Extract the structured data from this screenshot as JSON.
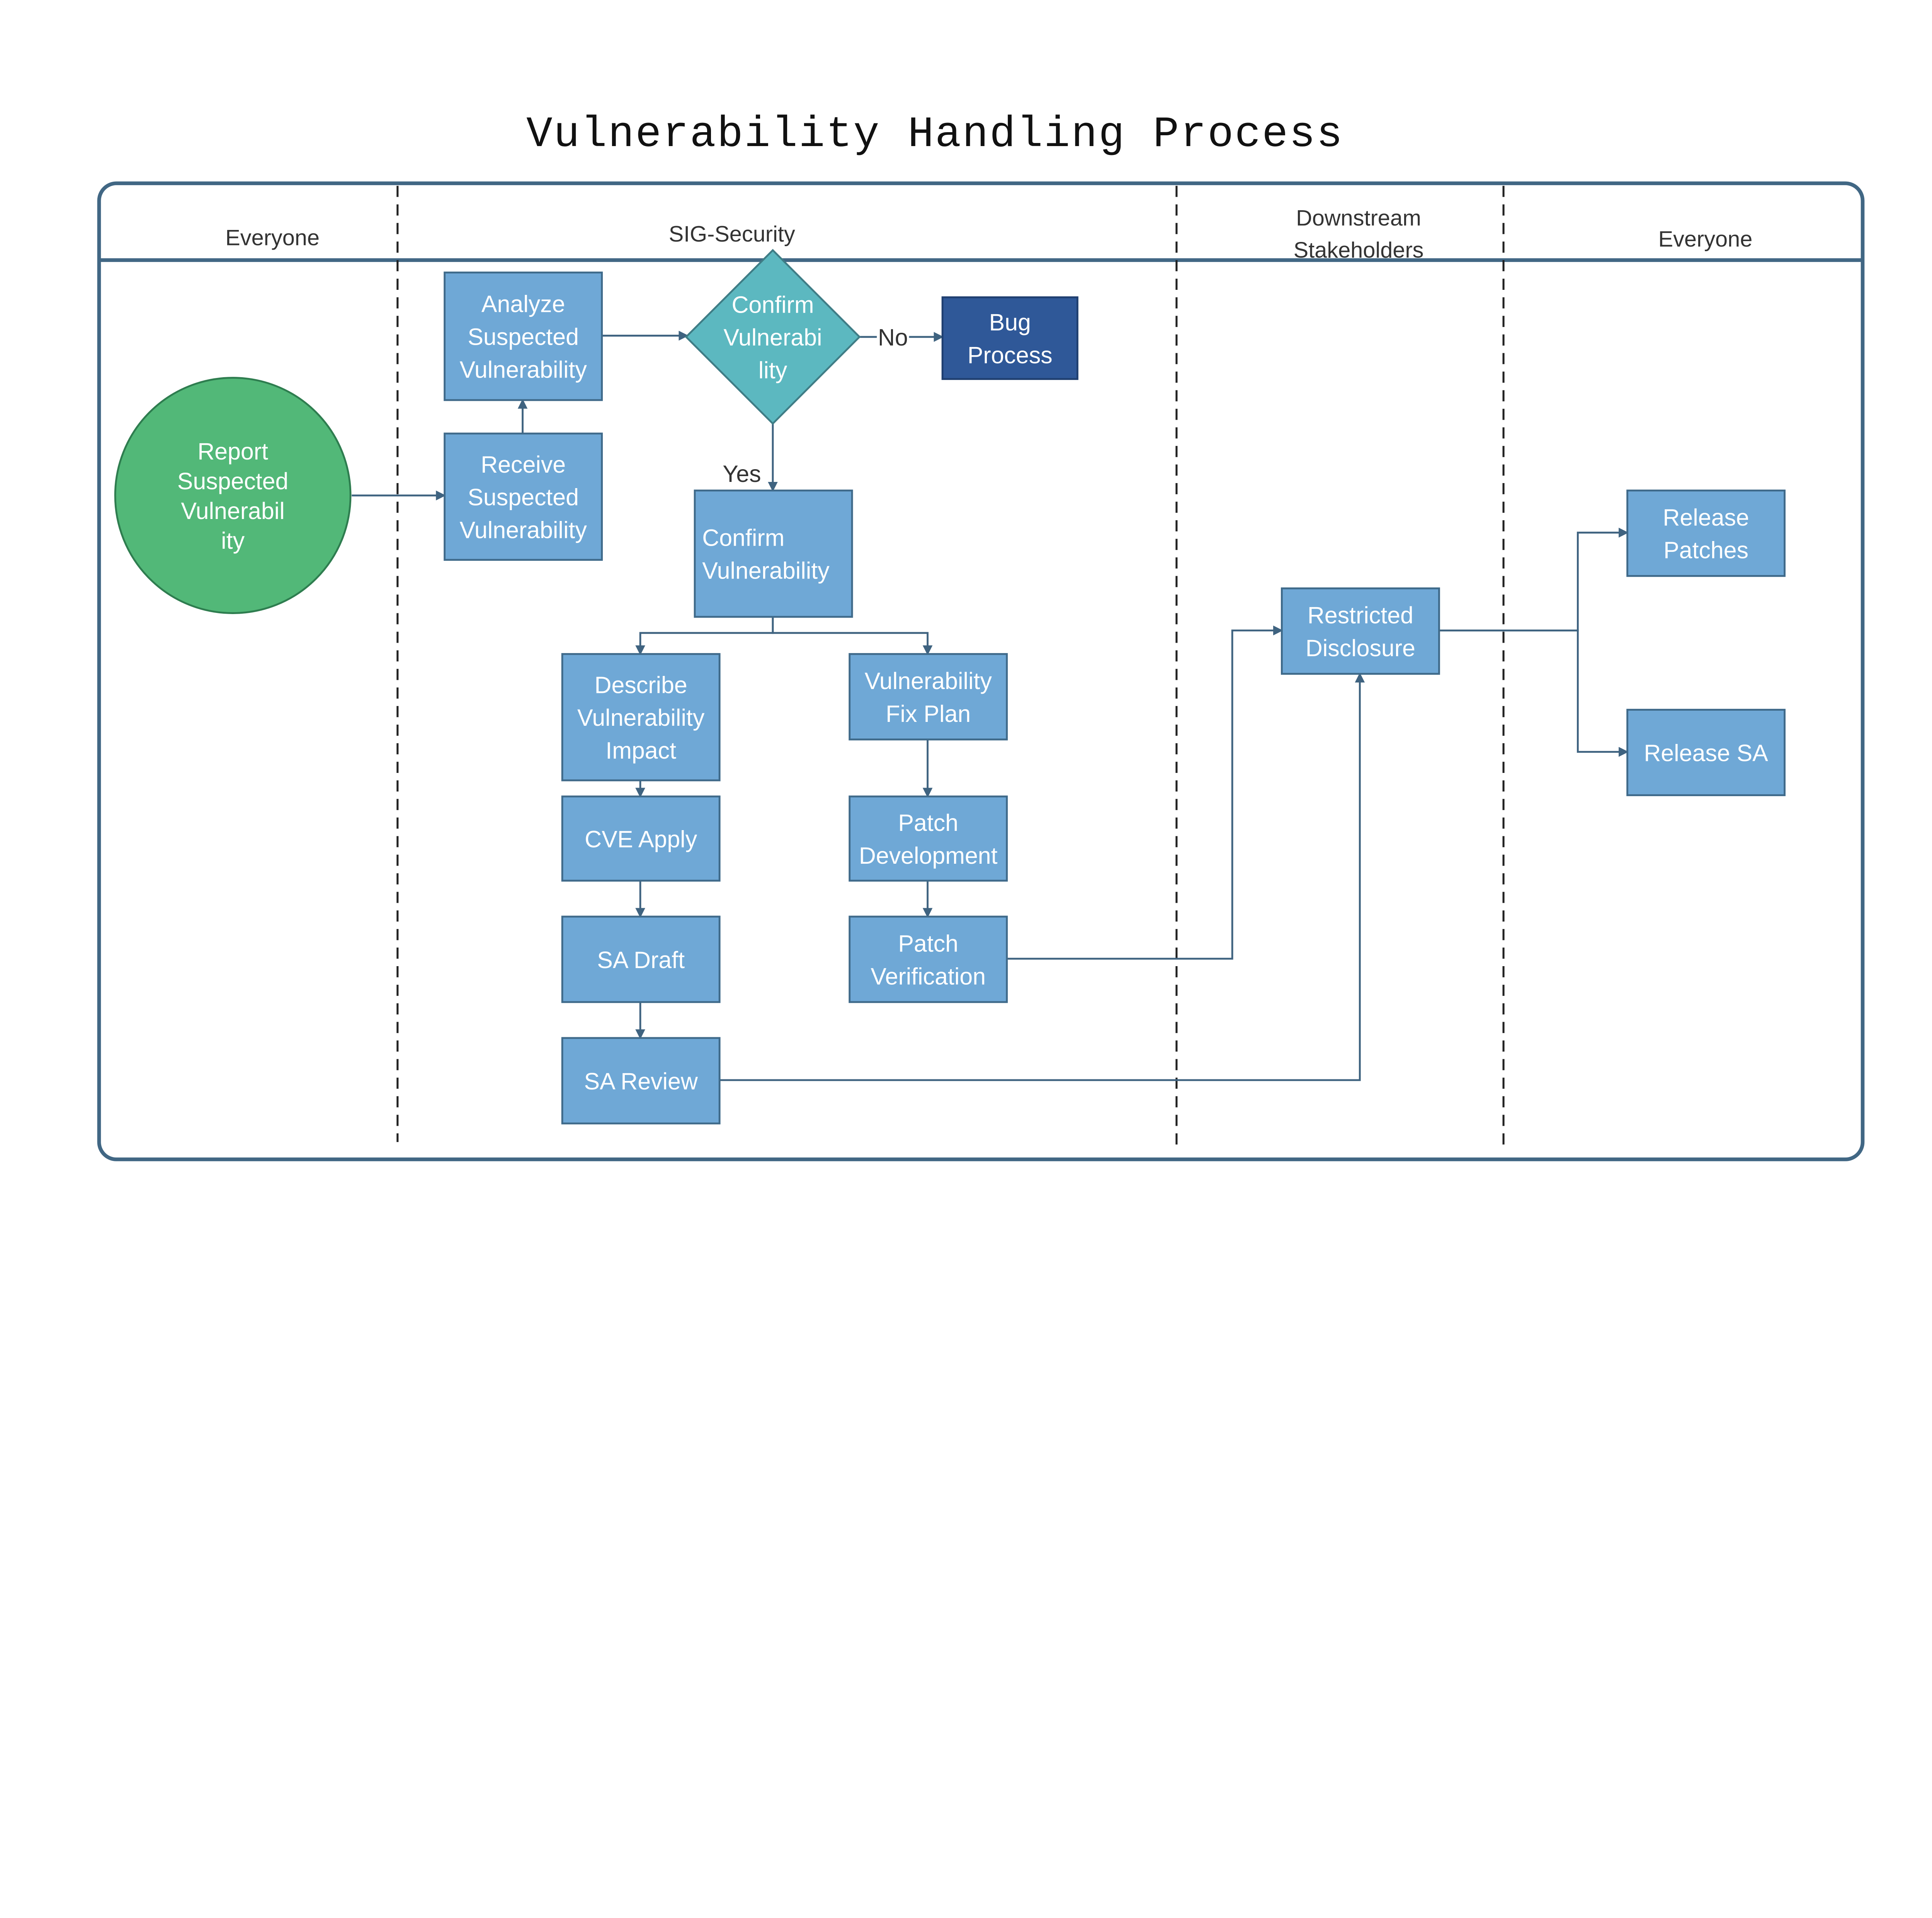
{
  "title": "Vulnerability Handling Process",
  "colors": {
    "frame": "#416784",
    "box_fill": "#6fa8d6",
    "box_stroke": "#3f6a8a",
    "decision_fill": "#5cb8c0",
    "bug_fill": "#2f5898",
    "start_fill": "#52b878",
    "start_stroke": "#2e7d4f",
    "connector": "#3f6380"
  },
  "lanes": [
    {
      "id": "everyone-1",
      "label": [
        "Everyone"
      ]
    },
    {
      "id": "sig-security",
      "label": [
        "SIG-Security"
      ]
    },
    {
      "id": "downstream",
      "label": [
        "Downstream",
        "Stakeholders"
      ]
    },
    {
      "id": "everyone-2",
      "label": [
        "Everyone"
      ]
    }
  ],
  "nodes": [
    {
      "id": "report",
      "shape": "circle",
      "label": [
        "Report",
        "Suspected",
        "Vulnerabil",
        "ity"
      ]
    },
    {
      "id": "receive",
      "shape": "process",
      "label": [
        "Receive",
        "Suspected",
        "Vulnerability"
      ]
    },
    {
      "id": "analyze",
      "shape": "process",
      "label": [
        "Analyze",
        "Suspected",
        "Vulnerability"
      ]
    },
    {
      "id": "decision",
      "shape": "decision",
      "label": [
        "Confirm",
        "Vulnerabi",
        "lity"
      ]
    },
    {
      "id": "bug",
      "shape": "process-dark",
      "label": [
        "Bug",
        "Process"
      ]
    },
    {
      "id": "confirm",
      "shape": "process",
      "label": [
        "Confirm",
        "Vulnerability"
      ]
    },
    {
      "id": "describe",
      "shape": "process",
      "label": [
        "Describe",
        "Vulnerability",
        "Impact"
      ]
    },
    {
      "id": "fixplan",
      "shape": "process",
      "label": [
        "Vulnerability",
        "Fix Plan"
      ]
    },
    {
      "id": "cve",
      "shape": "process",
      "label": [
        "CVE Apply"
      ]
    },
    {
      "id": "patchdev",
      "shape": "process",
      "label": [
        "Patch",
        "Development"
      ]
    },
    {
      "id": "sadraft",
      "shape": "process",
      "label": [
        "SA Draft"
      ]
    },
    {
      "id": "patchver",
      "shape": "process",
      "label": [
        "Patch",
        "Verification"
      ]
    },
    {
      "id": "sareview",
      "shape": "process",
      "label": [
        "SA Review"
      ]
    },
    {
      "id": "restricted",
      "shape": "process",
      "label": [
        "Restricted",
        "Disclosure"
      ]
    },
    {
      "id": "relpatches",
      "shape": "process",
      "label": [
        "Release",
        "Patches"
      ]
    },
    {
      "id": "relsa",
      "shape": "process",
      "label": [
        "Release SA"
      ]
    }
  ],
  "edges": [
    {
      "from": "report",
      "to": "receive",
      "label": ""
    },
    {
      "from": "receive",
      "to": "analyze",
      "label": ""
    },
    {
      "from": "analyze",
      "to": "decision",
      "label": ""
    },
    {
      "from": "decision",
      "to": "bug",
      "label": "No"
    },
    {
      "from": "decision",
      "to": "confirm",
      "label": "Yes"
    },
    {
      "from": "confirm",
      "to": "describe",
      "label": ""
    },
    {
      "from": "confirm",
      "to": "fixplan",
      "label": ""
    },
    {
      "from": "describe",
      "to": "cve",
      "label": ""
    },
    {
      "from": "cve",
      "to": "sadraft",
      "label": ""
    },
    {
      "from": "sadraft",
      "to": "sareview",
      "label": ""
    },
    {
      "from": "fixplan",
      "to": "patchdev",
      "label": ""
    },
    {
      "from": "patchdev",
      "to": "patchver",
      "label": ""
    },
    {
      "from": "patchver",
      "to": "restricted",
      "label": ""
    },
    {
      "from": "sareview",
      "to": "restricted",
      "label": ""
    },
    {
      "from": "restricted",
      "to": "relpatches",
      "label": ""
    },
    {
      "from": "restricted",
      "to": "relsa",
      "label": ""
    }
  ]
}
